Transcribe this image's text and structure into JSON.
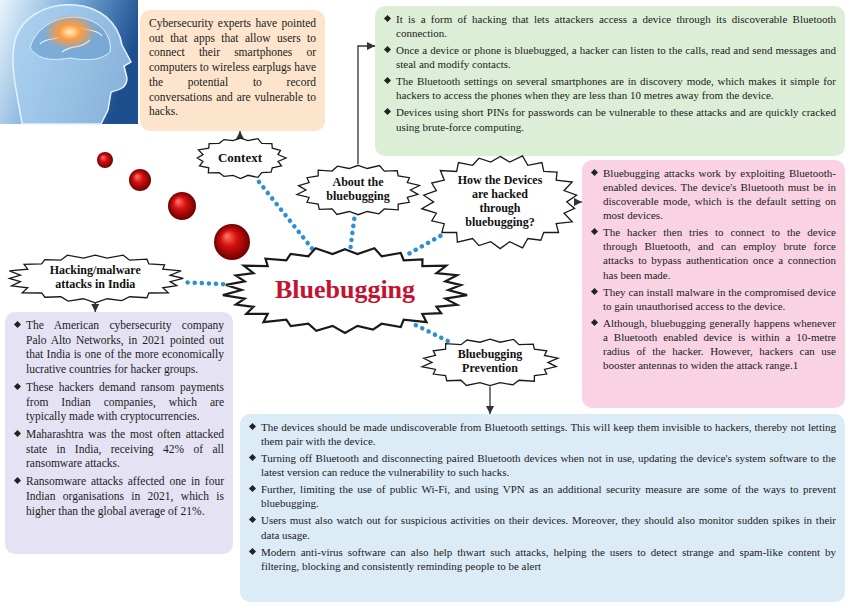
{
  "diagram": {
    "nodes": [
      {
        "text": [
          "Bluebugging"
        ]
      },
      {
        "text": [
          "Context"
        ]
      },
      {
        "text": [
          "Cybersecurity experts have pointed out that apps that allow users to connect their smartphones or computers to wireless earplugs have the potential to record conversations and are vulnerable to hacks."
        ]
      },
      {
        "text": [
          "About the bluebugging"
        ]
      },
      {
        "text": [
          "It is a form of hacking that lets attackers access a device through its discoverable Bluetooth connection.",
          "Once a device or phone is bluebugged, a hacker can listen to the calls, read and send messages and steal and modify contacts.",
          "The Bluetooth settings on several smartphones are in discovery mode, which makes it simple for hackers to access the phones when they are less than 10 metres away from the device.",
          "Devices using short PINs for passwords can be vulnerable to these attacks and are quickly cracked using brute-force computing."
        ]
      },
      {
        "text": [
          "How the Devices are hacked through bluebugging?"
        ]
      },
      {
        "text": [
          "Bluebugging attacks work by exploiting Bluetooth-enabled devices. The device's Bluetooth must be in discoverable mode, which is the default setting on most devices.",
          "The hacker then tries to connect to the device through Bluetooth, and can employ brute force attacks to bypass authentication once a connection has been made.",
          "They can install malware in the compromised device to gain unauthorised access to the device.",
          "Although, bluebugging generally happens whenever a Bluetooth enabled device is within a 10-metre radius of the hacker. However, hackers can use booster antennas to widen the attack range.1"
        ]
      },
      {
        "text": [
          "Bluebugging Prevention"
        ]
      },
      {
        "text": [
          "The devices should be made undiscoverable from Bluetooth settings. This will keep them invisible to hackers, thereby not letting them pair with the device.",
          "Turning off Bluetooth and disconnecting paired Bluetooth devices when not in use, updating the device's system software to the latest version can reduce the vulnerability to such hacks.",
          "Further, limiting the use of public Wi-Fi, and using VPN as an additional security measure are some of the ways to prevent bluebugging.",
          "Users must also watch out for suspicious activities on their devices. Moreover, they should also monitor sudden spikes in their data usage.",
          "Modern anti-virus software can also help thwart such attacks, helping the users to detect strange and spam-like content by filtering, blocking and consistently reminding people to be alert"
        ]
      },
      {
        "text": [
          "Hacking/malware attacks in India"
        ]
      },
      {
        "text": [
          "The American cybersecurity company Palo Alto Networks, in 2021 pointed out that India is one of the more economically lucrative countries for hacker groups.",
          "These hackers demand ransom payments from Indian companies, which are typically made with cryptocurrencies.",
          "Maharashtra was the most often attacked state in India, receiving 42% of all ransomware attacks.",
          "Ransomware attacks affected one in four Indian organisations in 2021, which is higher than the global average of 21%."
        ]
      }
    ],
    "edges": [
      {
        "from": 0,
        "to": 1,
        "arrow": "none"
      },
      {
        "from": 0,
        "to": 3,
        "arrow": "none"
      },
      {
        "from": 0,
        "to": 5,
        "arrow": "none"
      },
      {
        "from": 0,
        "to": 7,
        "arrow": "none"
      },
      {
        "from": 0,
        "to": 9,
        "arrow": "none"
      },
      {
        "from": 1,
        "to": 2,
        "arrow": "to"
      },
      {
        "from": 3,
        "to": 4,
        "arrow": "to"
      },
      {
        "from": 5,
        "to": 6,
        "arrow": "to"
      },
      {
        "from": 7,
        "to": 8,
        "arrow": "to"
      },
      {
        "from": 9,
        "to": 10,
        "arrow": "to"
      }
    ]
  }
}
